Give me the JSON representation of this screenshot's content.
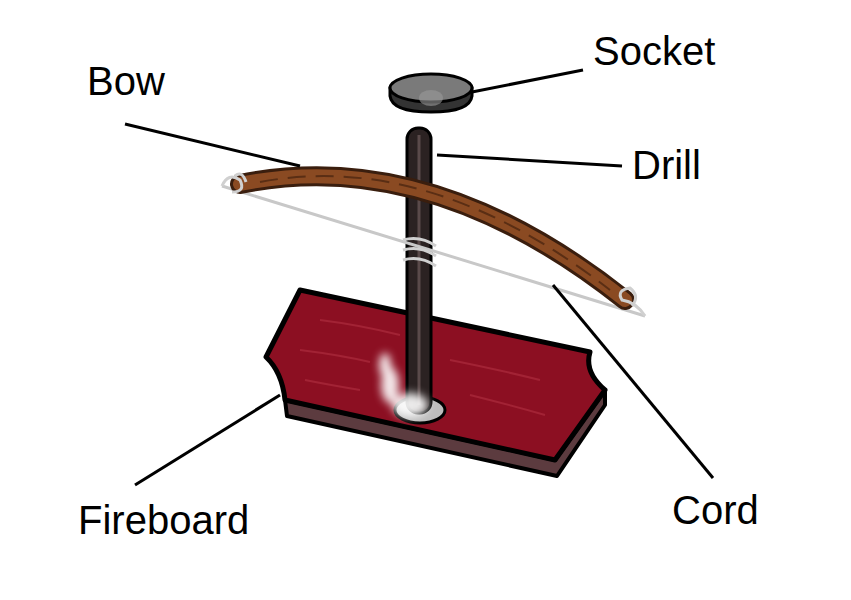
{
  "diagram": {
    "labels": [
      "Socket",
      "Bow",
      "Drill",
      "Fireboard",
      "Cord"
    ]
  }
}
